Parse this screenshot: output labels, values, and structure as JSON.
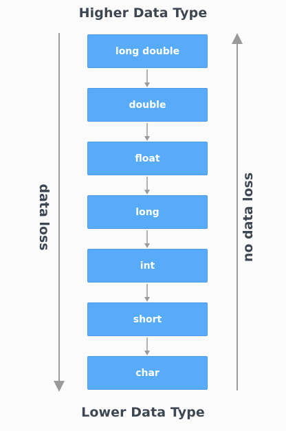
{
  "titles": {
    "top": "Higher Data Type",
    "bottom": "Lower Data Type"
  },
  "types": [
    "long double",
    "double",
    "float",
    "long",
    "int",
    "short",
    "char"
  ],
  "side_labels": {
    "left": "data loss",
    "right": "no data loss"
  },
  "colors": {
    "box_fill": "#58abf8",
    "box_text": "#ffffff",
    "arrow": "#9a9a9a",
    "title_text": "#3e4652"
  }
}
